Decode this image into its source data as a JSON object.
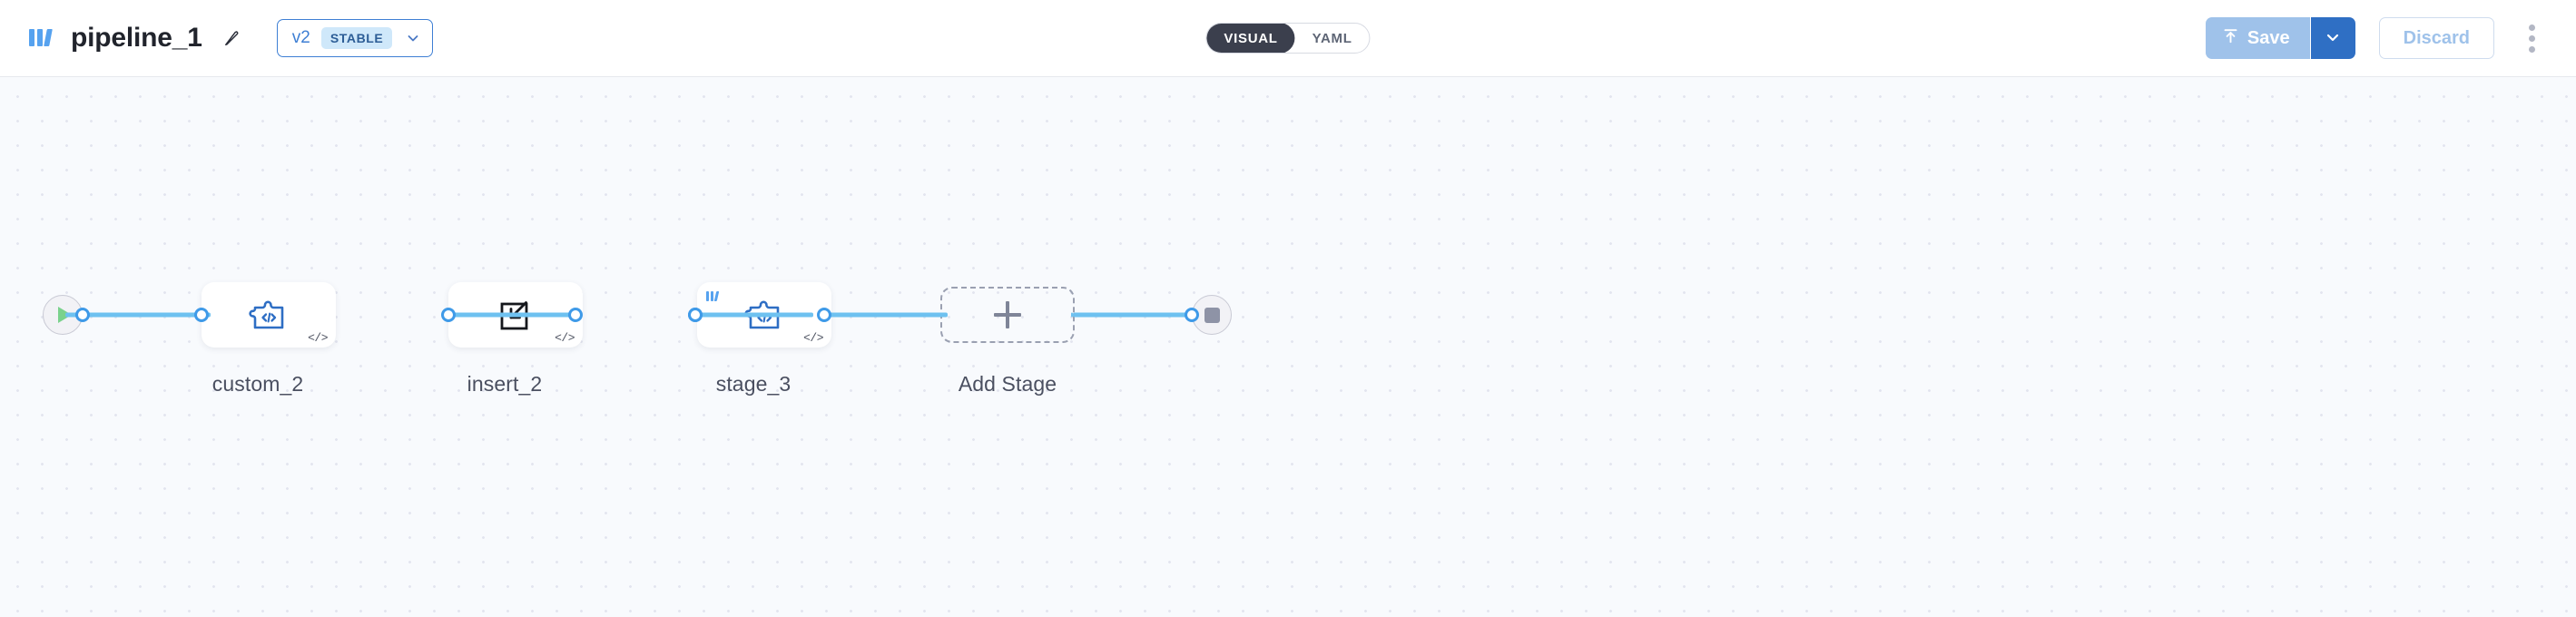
{
  "header": {
    "logo_icon": "pipeline-brand-logo",
    "title": "pipeline_1",
    "edit_icon": "pencil-icon",
    "version": {
      "number": "v2",
      "badge": "STABLE",
      "chevron_icon": "chevron-down-icon"
    },
    "mode_toggle": {
      "options": [
        {
          "label": "VISUAL",
          "active": true
        },
        {
          "label": "YAML",
          "active": false
        }
      ]
    },
    "actions": {
      "save_label": "Save",
      "save_icon": "upload-arrow-icon",
      "save_dropdown_icon": "chevron-down-icon",
      "discard_label": "Discard",
      "overflow_icon": "kebab-menu-icon"
    },
    "colors": {
      "accent_blue": "#3e7fd4",
      "save_disabled": "#9fc2ea",
      "save_dropdown": "#2f6fc4",
      "toggle_active_bg": "#3b3f4d",
      "badge_bg": "#cfe8fa"
    }
  },
  "canvas": {
    "background": "#f8fafd",
    "dot_color": "#e3e5ef",
    "edge_color": "#6ec1f0",
    "port_color": "#3f9ae8",
    "start_node": {
      "icon": "play-icon",
      "name": "start-node"
    },
    "end_node": {
      "icon": "stop-icon",
      "name": "end-node"
    },
    "stages": [
      {
        "label": "custom_2",
        "icon": "puzzle-code-icon",
        "code_badge": "</>",
        "has_logo_badge": false
      },
      {
        "label": "insert_2",
        "icon": "insert-arrow-icon",
        "code_badge": "</>",
        "has_logo_badge": false
      },
      {
        "label": "stage_3",
        "icon": "puzzle-code-icon",
        "code_badge": "</>",
        "has_logo_badge": true
      }
    ],
    "add_stage": {
      "label": "Add Stage",
      "icon": "plus-icon"
    }
  }
}
